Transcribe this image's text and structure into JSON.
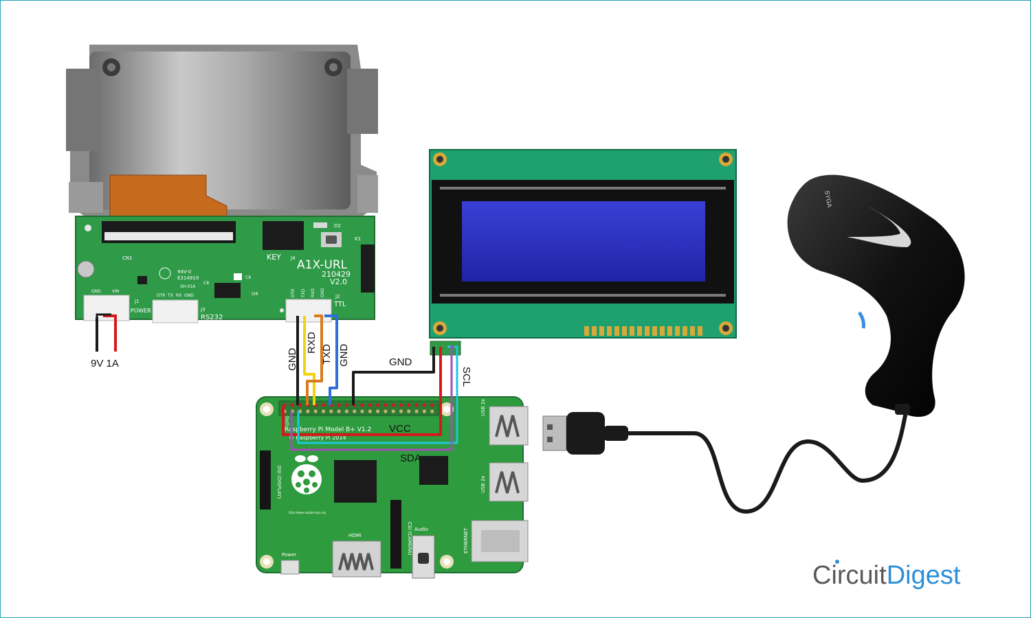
{
  "printer": {
    "model": "A1X-URL",
    "date_code": "210429",
    "version": "V2.0",
    "key_label": "KEY",
    "j4_label": "J4",
    "k1_label": "K1",
    "d2_label": "D2",
    "cn1_label": "CN1",
    "cert_1": "94V-0",
    "cert_2": "E314919",
    "cert_3": "SH-01A",
    "c8_label": "C8",
    "c9_label": "C9",
    "u4_label": "U4",
    "j1_label": "J1",
    "j3_label": "J3",
    "j2_label": "J2",
    "power_label": "POWER",
    "rs232_label": "RS232",
    "ttl_label": "TTL",
    "power_pins": [
      "GND",
      "VIN"
    ],
    "rs232_pins": [
      "DTR",
      "TX",
      "RX",
      "GND"
    ],
    "ttl_pins": [
      "DTR",
      "TXD",
      "RXD",
      "GND"
    ]
  },
  "power_supply_label": "9V 1A",
  "wire_labels": {
    "gnd_left": "GND",
    "rxd": "RXD",
    "txd": "TXD",
    "gnd_right": "GND",
    "gnd_lcd": "GND",
    "scl": "SCL",
    "vcc": "VCC",
    "sda": "SDA"
  },
  "raspberry_pi": {
    "model_line": "Raspberry Pi Model B+ V1.2",
    "copyright_line": "© Raspberry Pi 2014",
    "gpio_label": "GPIO",
    "dsi_label": "DSI (DISPLAY)",
    "csi_label": "CSI (CAMERA)",
    "hdmi_label": "HDMI",
    "audio_label": "Audio",
    "power_label": "Power",
    "usb_label_1": "USB 2x",
    "usb_label_2": "USB 2x",
    "ethernet_label": "ETHERNET",
    "url": "http://www.raspberrypi.org"
  },
  "scanner": {
    "brand": "SYGA"
  },
  "logo": {
    "part1": "Circuit",
    "part2": "Digest"
  },
  "colors": {
    "pcb_green": "#2e9b3e",
    "lcd_green": "#1f9e6e",
    "lcd_screen": "#2a2fc0",
    "wire_red": "#d8171b",
    "wire_black": "#1a1a1a",
    "wire_yellow": "#f2d20f",
    "wire_orange": "#d97a1e",
    "wire_blue": "#2f6fdc",
    "wire_cyan": "#1ec8d8",
    "wire_purple": "#a24fb6",
    "logo_gray": "#58595b",
    "logo_blue": "#2c8fd8"
  }
}
